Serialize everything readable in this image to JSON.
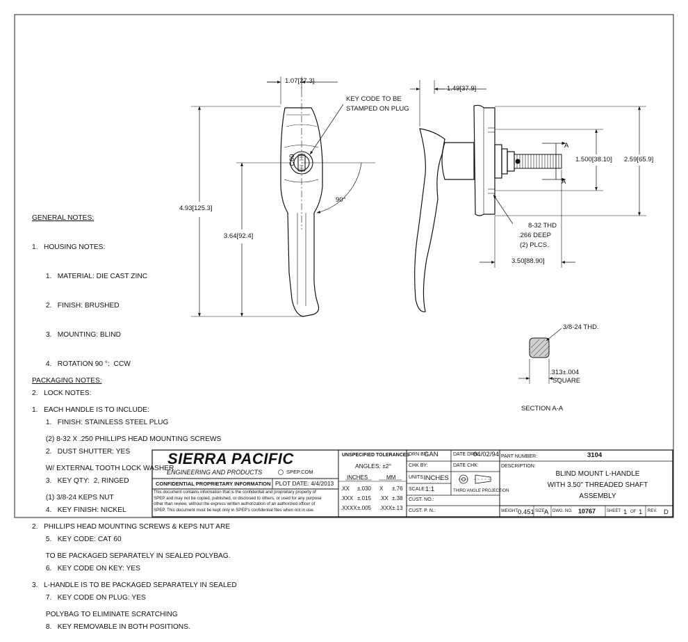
{
  "dimensions": {
    "width_top": "1.07",
    "width_top_mm": "27.3",
    "height_overall": "4.93",
    "height_overall_mm": "125.3",
    "height_lower": "3.64",
    "height_lower_mm": "92.4",
    "rotation": "90°",
    "depth_top": "1.49",
    "depth_top_mm": "37.9",
    "hole_spacing": "1.500",
    "hole_spacing_mm": "38.10",
    "side_height": "2.59",
    "side_height_mm": "65.9",
    "shaft_length": "3.50",
    "shaft_length_mm": "88.90",
    "section_letter": "A"
  },
  "callouts": {
    "key_code_line1": "KEY CODE TO BE",
    "key_code_line2": "STAMPED ON PLUG",
    "thread_line1": "8-32 THD",
    "thread_line2": ".266 DEEP",
    "thread_line3": "(2) PLCS.",
    "shaft_thread": "3/8-24 THD.",
    "square_line1": ".313±.004",
    "square_line2": "SQUARE",
    "section_title": "SECTION A-A"
  },
  "general_notes": {
    "heading": "GENERAL NOTES:",
    "lines": [
      "1.   HOUSING NOTES:",
      "       1.   MATERIAL: DIE CAST ZINC",
      "       2.   FINISH: BRUSHED",
      "       3.   MOUNTING: BLIND",
      "       4.   ROTATION 90 °:  CCW",
      "2.   LOCK NOTES:",
      "       1.   FINISH: STAINLESS STEEL PLUG",
      "       2.   DUST SHUTTER: YES",
      "       3.   KEY QTY:  2, RINGED",
      "       4.   KEY FINISH: NICKEL",
      "       5.   KEY CODE: CAT 60",
      "       6.   KEY CODE ON KEY: YES",
      "       7.   KEY CODE ON PLUG: YES",
      "       8.   KEY REMOVABLE IN BOTH POSITIONS."
    ]
  },
  "packaging_notes": {
    "heading": "PACKAGING NOTES:",
    "lines": [
      "1.   EACH HANDLE IS TO INCLUDE:",
      "       (2) 8-32 X .250 PHILLIPS HEAD MOUNTING SCREWS",
      "       W/ EXTERNAL TOOTH LOCK WASHER",
      "       (1) 3/8-24 KEPS NUT",
      "2.   PHILLIPS HEAD MOUNTING SCREWS & KEPS NUT ARE",
      "       TO BE PACKAGED SEPARATELY IN SEALED POLYBAG.",
      "3.   L-HANDLE IS TO BE PACKAGED SEPARATELY IN SEALED",
      "       POLYBAG TO ELIMINATE SCRATCHING"
    ]
  },
  "title_block": {
    "company": "SIERRA PACIFIC",
    "company_sub": "ENGINEERING AND PRODUCTS",
    "registered": "®",
    "website": "SPEP.COM",
    "confidential_label": "CONFIDENTIAL PROPRIETARY INFORMATION",
    "plot_date_label": "PLOT DATE:",
    "plot_date": "4/4/2013",
    "confidential_text": [
      "This document contains information that is the confidential and proprietary property of",
      "SPEP and may not be copied, published, or disclosed to others, or used for any purpose",
      "other than review, without the express written authorization of an authorized officer of",
      "SPEP. This document must be kept only in SPEP's confidential files when not in use."
    ],
    "tolerances_label": "UNSPECIFIED TOLERANCES",
    "angles": "ANGLES:  ±2°",
    "inches_label": "INCHES",
    "mm_label": "MM",
    "tol_rows": [
      {
        "inch_fmt": ".XX",
        "inch_tol": "±.030",
        "mm_fmt": "X",
        "mm_tol": "±.76"
      },
      {
        "inch_fmt": ".XXX",
        "inch_tol": "±.015",
        "mm_fmt": ".XX",
        "mm_tol": "±.38"
      },
      {
        "inch_fmt": ".XXXX",
        "inch_tol": "±.005",
        "mm_fmt": ".XXX",
        "mm_tol": "±.13"
      }
    ],
    "drn_by_label": "DRN BY:",
    "drn_by": "GAN",
    "date_drn_label": "DATE DRN:",
    "date_drn": "04/02/94",
    "chk_by_label": "CHK BY:",
    "date_chk_label": "DATE CHK:",
    "units_label": "UNITS:",
    "units": "INCHES",
    "scale_label": "SCALE:",
    "scale": "1:1",
    "projection_label": "THIRD ANGLE PROJECTION",
    "cust_no_label": "CUST. NO.:",
    "cust_pn_label": "CUST. P. N.:",
    "part_number_label": "PART NUMBER:",
    "part_number": "3104",
    "description_label": "DESCRIPTION:",
    "description": [
      "BLIND MOUNT L-HANDLE",
      "WITH 3.50\" THREADED SHAFT",
      "ASSEMBLY"
    ],
    "weight_label": "WEIGHT:",
    "weight": "0.451",
    "size_label": "SIZE:",
    "size": "A",
    "dwg_no_label": "DWG. NO.",
    "dwg_no": "10767",
    "sheet_label": "SHEET",
    "sheet": "1",
    "of_label": "OF",
    "sheet_total": "1",
    "rev_label": "REV.",
    "rev": "D"
  }
}
